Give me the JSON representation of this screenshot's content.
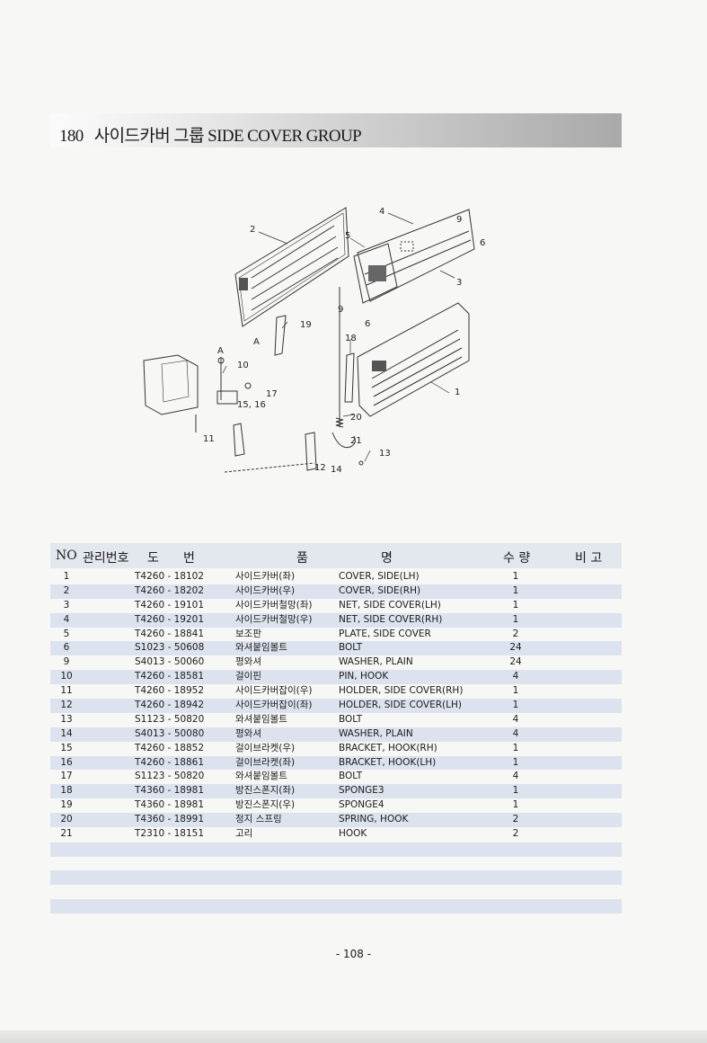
{
  "header": {
    "section_number": "180",
    "title": "사이드카버 그룹 SIDE COVER GROUP"
  },
  "diagram": {
    "callouts": [
      "1",
      "2",
      "3",
      "4",
      "5",
      "6",
      "9",
      "6",
      "9",
      "10",
      "11",
      "12",
      "13",
      "14",
      "15, 16",
      "17",
      "18",
      "19",
      "20",
      "21",
      "A",
      "A"
    ]
  },
  "columns": {
    "no": "NO",
    "mgmt": "관리번호",
    "do": "도",
    "bun": "번",
    "pum": "품",
    "myeong": "명",
    "qty": "수 량",
    "remarks": "비 고"
  },
  "parts": [
    {
      "no": "1",
      "part_no": "T4260 - 18102",
      "name_ko": "사이드카버(좌)",
      "name_en": "COVER, SIDE(LH)",
      "qty": "1"
    },
    {
      "no": "2",
      "part_no": "T4260 - 18202",
      "name_ko": "사이드카버(우)",
      "name_en": "COVER, SIDE(RH)",
      "qty": "1"
    },
    {
      "no": "3",
      "part_no": "T4260 - 19101",
      "name_ko": "사이드카버철망(좌)",
      "name_en": "NET, SIDE COVER(LH)",
      "qty": "1"
    },
    {
      "no": "4",
      "part_no": "T4260 - 19201",
      "name_ko": "사이드카버철망(우)",
      "name_en": "NET, SIDE COVER(RH)",
      "qty": "1"
    },
    {
      "no": "5",
      "part_no": "T4260 - 18841",
      "name_ko": "보조판",
      "name_en": "PLATE, SIDE COVER",
      "qty": "2"
    },
    {
      "no": "6",
      "part_no": "S1023 - 50608",
      "name_ko": "와셔붙임볼트",
      "name_en": "BOLT",
      "qty": "24"
    },
    {
      "no": "9",
      "part_no": "S4013 - 50060",
      "name_ko": "평와셔",
      "name_en": "WASHER, PLAIN",
      "qty": "24"
    },
    {
      "no": "10",
      "part_no": "T4260 - 18581",
      "name_ko": "걸이핀",
      "name_en": "PIN, HOOK",
      "qty": "4"
    },
    {
      "no": "11",
      "part_no": "T4260 - 18952",
      "name_ko": "사이드카버잡이(우)",
      "name_en": "HOLDER, SIDE COVER(RH)",
      "qty": "1"
    },
    {
      "no": "12",
      "part_no": "T4260 - 18942",
      "name_ko": "사이드카버잡이(좌)",
      "name_en": "HOLDER, SIDE COVER(LH)",
      "qty": "1"
    },
    {
      "no": "13",
      "part_no": "S1123 - 50820",
      "name_ko": "와셔붙임볼트",
      "name_en": "BOLT",
      "qty": "4"
    },
    {
      "no": "14",
      "part_no": "S4013 - 50080",
      "name_ko": "평와셔",
      "name_en": "WASHER, PLAIN",
      "qty": "4"
    },
    {
      "no": "15",
      "part_no": "T4260 - 18852",
      "name_ko": "걸이브라켓(우)",
      "name_en": "BRACKET, HOOK(RH)",
      "qty": "1"
    },
    {
      "no": "16",
      "part_no": "T4260 - 18861",
      "name_ko": "걸이브라켓(좌)",
      "name_en": "BRACKET, HOOK(LH)",
      "qty": "1"
    },
    {
      "no": "17",
      "part_no": "S1123 - 50820",
      "name_ko": "와셔붙임볼트",
      "name_en": "BOLT",
      "qty": "4"
    },
    {
      "no": "18",
      "part_no": "T4360 - 18981",
      "name_ko": "방진스폰지(좌)",
      "name_en": "SPONGE3",
      "qty": "1"
    },
    {
      "no": "19",
      "part_no": "T4360 - 18981",
      "name_ko": "방진스폰지(우)",
      "name_en": "SPONGE4",
      "qty": "1"
    },
    {
      "no": "20",
      "part_no": "T4360 - 18991",
      "name_ko": "정지 스프링",
      "name_en": "SPRING, HOOK",
      "qty": "2"
    },
    {
      "no": "21",
      "part_no": "T2310 - 18151",
      "name_ko": "고리",
      "name_en": "HOOK",
      "qty": "2"
    }
  ],
  "footer": {
    "page_number": "- 108 -"
  }
}
